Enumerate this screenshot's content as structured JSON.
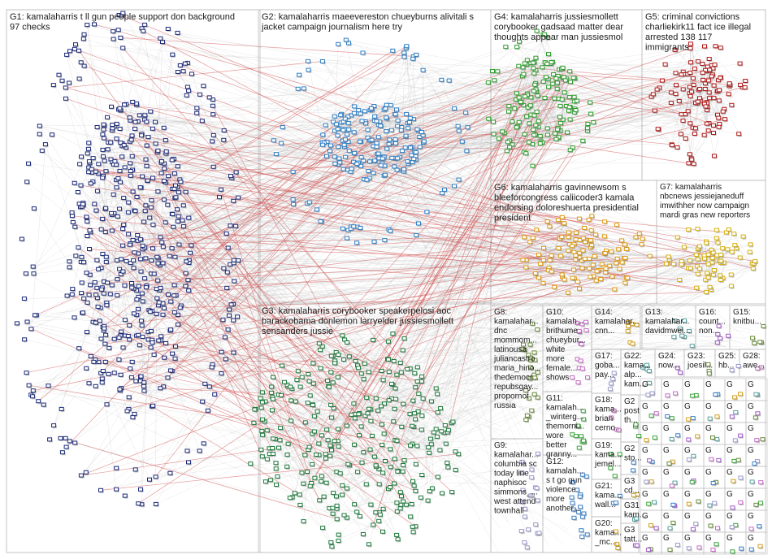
{
  "colors": {
    "G1": "#1c2a78",
    "G2": "#2f7fc6",
    "G3": "#1e7a3c",
    "G4": "#2e9e2e",
    "G5": "#b01818",
    "G6": "#e09a10",
    "G7": "#d8b010",
    "G8": "#9a9acc",
    "edge_inter": "#d24646",
    "edge_gray": "#9e9e9e",
    "frame": "#bdbdbd"
  },
  "groups": [
    {
      "id": "G1",
      "lines": [
        "G1: kamalaharris t ll gun people support don background",
        "97 checks"
      ]
    },
    {
      "id": "G2",
      "lines": [
        "G2: kamalaharris maeevereston chueyburns alivitali s",
        "jacket campaign journalism here try"
      ]
    },
    {
      "id": "G4",
      "lines": [
        "G4: kamalaharris jussiesmollett",
        "corybooker gadsaad matter dear",
        "thoughts appear man jussiesmol"
      ]
    },
    {
      "id": "G5",
      "lines": [
        "G5: criminal convictions",
        "charliekirk11 fact ice illegal",
        "arrested 138 117",
        "immigrants"
      ]
    },
    {
      "id": "G6",
      "lines": [
        "G6: kamalaharris gavinnewsom s",
        "bleeforcongress caliicoder3 kamala",
        "endorsing doloreshuerta presidential",
        "president"
      ]
    },
    {
      "id": "G7",
      "lines": [
        "G7: kamalaharris",
        "nbcnews jessiejaneduff",
        "imwithher now campaign",
        "mardi gras new reporters"
      ]
    },
    {
      "id": "G3",
      "lines": [
        "G3: kamalaharris corybooker speakerpelosi aoc",
        "barackobama donlemon larryelder jussiesmollett",
        "sensanders jussie"
      ]
    },
    {
      "id": "G8",
      "lines": [
        "G8:",
        "kamalahar...",
        "dnc",
        "mommom...",
        "latinousa",
        "juliancastro",
        "maria_hino...",
        "thedemocr...",
        "repubsgay...",
        "propornot",
        "russia"
      ]
    },
    {
      "id": "G9",
      "lines": [
        "G9:",
        "kamalahar...",
        "columbia sc",
        "today line",
        "naphisoc",
        "simmons_...",
        "west attend",
        "townhall"
      ]
    },
    {
      "id": "G10",
      "lines": [
        "G10:",
        "kamalah...",
        "brithume",
        "chueybur...",
        "white",
        "more",
        "female...",
        "shows"
      ]
    },
    {
      "id": "G11",
      "lines": [
        "G11:",
        "kamalah...",
        "_winterg...",
        "themorni...",
        "wore",
        "better",
        "granny..."
      ]
    },
    {
      "id": "G12",
      "lines": [
        "G12:",
        "kamalah...",
        "s t go gun",
        "violence",
        "more",
        "another..."
      ]
    },
    {
      "id": "G14",
      "lines": [
        "G14:",
        "kamalahar...",
        "cnn..."
      ]
    },
    {
      "id": "G13",
      "lines": [
        "G13:",
        "kamalahar...",
        "davidmwei..."
      ]
    },
    {
      "id": "G16",
      "lines": [
        "G16:",
        "count...",
        "non..."
      ]
    },
    {
      "id": "G15",
      "lines": [
        "G15:",
        "knitbu..."
      ]
    },
    {
      "id": "G17",
      "lines": [
        "G17:",
        "goba...",
        "pay..."
      ]
    },
    {
      "id": "G18",
      "lines": [
        "G18:",
        "kama...",
        "brian",
        "cerno..."
      ]
    },
    {
      "id": "G19",
      "lines": [
        "G19:",
        "kama...",
        "jemel..."
      ]
    },
    {
      "id": "G21",
      "lines": [
        "G21:",
        "kama...",
        "wall..."
      ]
    },
    {
      "id": "G20",
      "lines": [
        "G20:",
        "kama...",
        "_mc..."
      ]
    },
    {
      "id": "G22",
      "lines": [
        "G22:",
        "kama...",
        "alp...",
        "kam..."
      ]
    },
    {
      "id": "G24",
      "lines": [
        "G24:",
        "now..."
      ]
    },
    {
      "id": "G23",
      "lines": [
        "G23:",
        "joesil..."
      ]
    },
    {
      "id": "G25",
      "lines": [
        "G25:",
        "hb..."
      ]
    },
    {
      "id": "G28",
      "lines": [
        "G28:",
        "awe..."
      ]
    },
    {
      "id": "G2x",
      "lines": [
        "G2",
        "post",
        "th..."
      ]
    },
    {
      "id": "G2y",
      "lines": [
        "G2",
        "sto..."
      ]
    },
    {
      "id": "G3x",
      "lines": [
        "G3",
        "cd..."
      ]
    },
    {
      "id": "G31",
      "lines": [
        "G31",
        "kam..."
      ]
    },
    {
      "id": "G3y",
      "lines": [
        "G3",
        "tatt..."
      ]
    }
  ],
  "small_clusters_label": "G"
}
